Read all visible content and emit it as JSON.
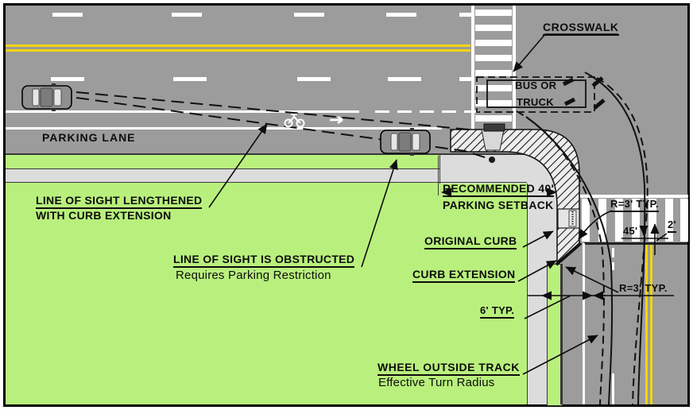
{
  "diagram": {
    "labels": {
      "crosswalk": "CROSSWALK",
      "bus_or_truck_line1": "BUS OR",
      "bus_or_truck_line2": "TRUCK",
      "parking_lane": "PARKING LANE",
      "los_lengthened_line1": "LINE OF SIGHT LENGTHENED",
      "los_lengthened_line2": "WITH CURB EXTENSION",
      "los_obstructed_line1": "LINE OF SIGHT IS OBSTRUCTED",
      "los_obstructed_line2": "Requires Parking Restriction",
      "parking_setback_line1": "RECOMMENDED 40'",
      "parking_setback_line2": "PARKING SETBACK",
      "original_curb": "ORIGINAL CURB",
      "curb_extension": "CURB EXTENSION",
      "six_typ": "6' TYP.",
      "r3_typ_upper": "R=3' TYP.",
      "forty_five": "45'",
      "two_ft": "2'",
      "r3_typ_lower": "R=3' TYP.",
      "wheel_track_line1": "WHEEL OUTSIDE TRACK",
      "wheel_track_line2": "Effective Turn Radius"
    },
    "colors": {
      "road": "#9c9c9c",
      "grass": "#b9f07d",
      "sidewalk": "#dcdcdc",
      "marking_white": "#ffffff",
      "centerline_yellow": "#f2d60a",
      "ink": "#0d0d0d"
    }
  }
}
